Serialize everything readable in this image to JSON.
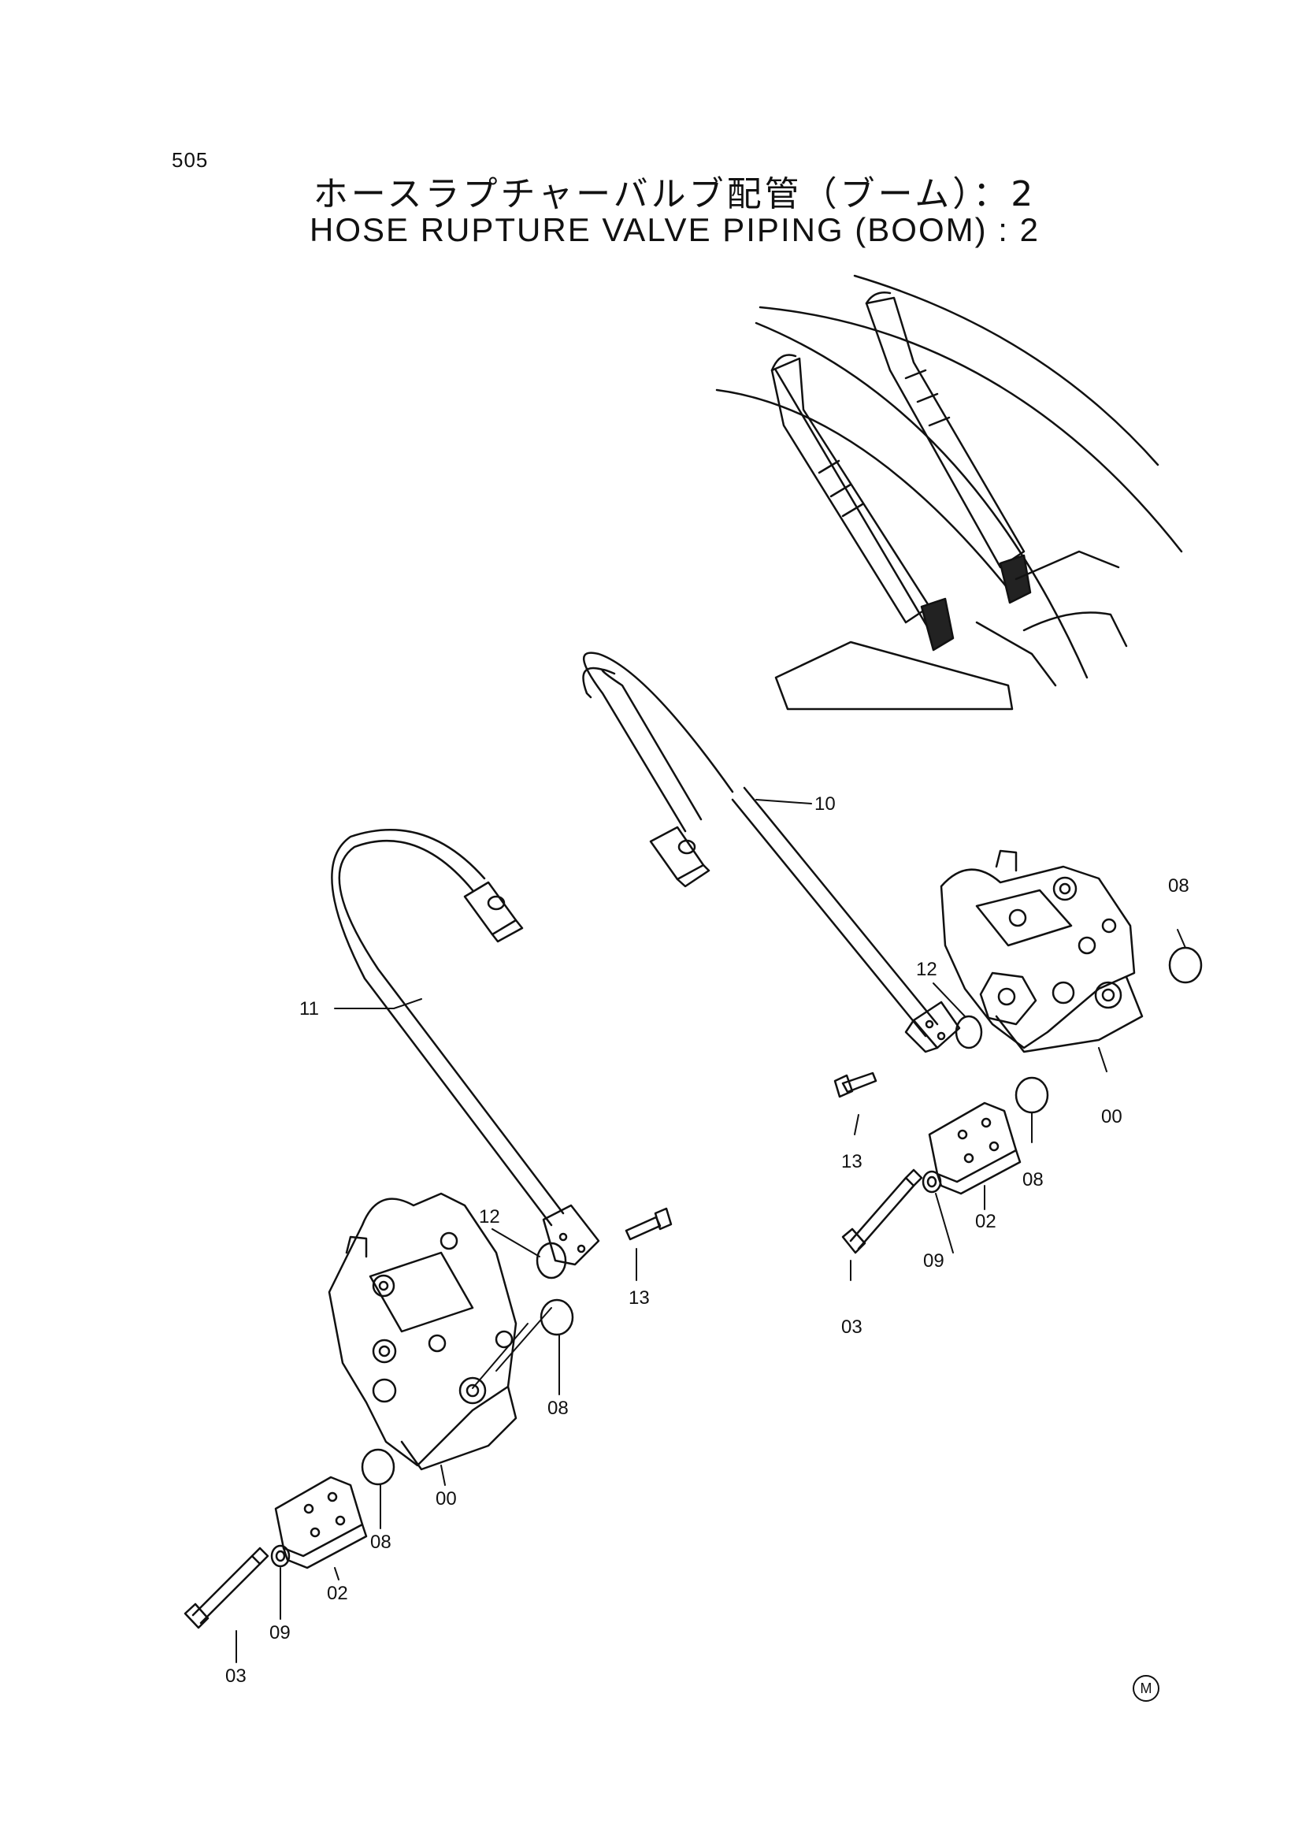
{
  "page_number": "505",
  "title_jp": "ホースラプチャーバルブ配管（ブーム）：2",
  "title_en": "HOSE  RUPTURE  VALVE  PIPING (BOOM)  :  2",
  "mark": "M",
  "callouts": {
    "c00a": "00",
    "c00b": "00",
    "c02a": "02",
    "c02b": "02",
    "c03a": "03",
    "c03b": "03",
    "c08a": "08",
    "c08b": "08",
    "c08c": "08",
    "c08d": "08",
    "c09a": "09",
    "c09b": "09",
    "c10": "10",
    "c11": "11",
    "c12a": "12",
    "c12b": "12",
    "c13a": "13",
    "c13b": "13"
  }
}
